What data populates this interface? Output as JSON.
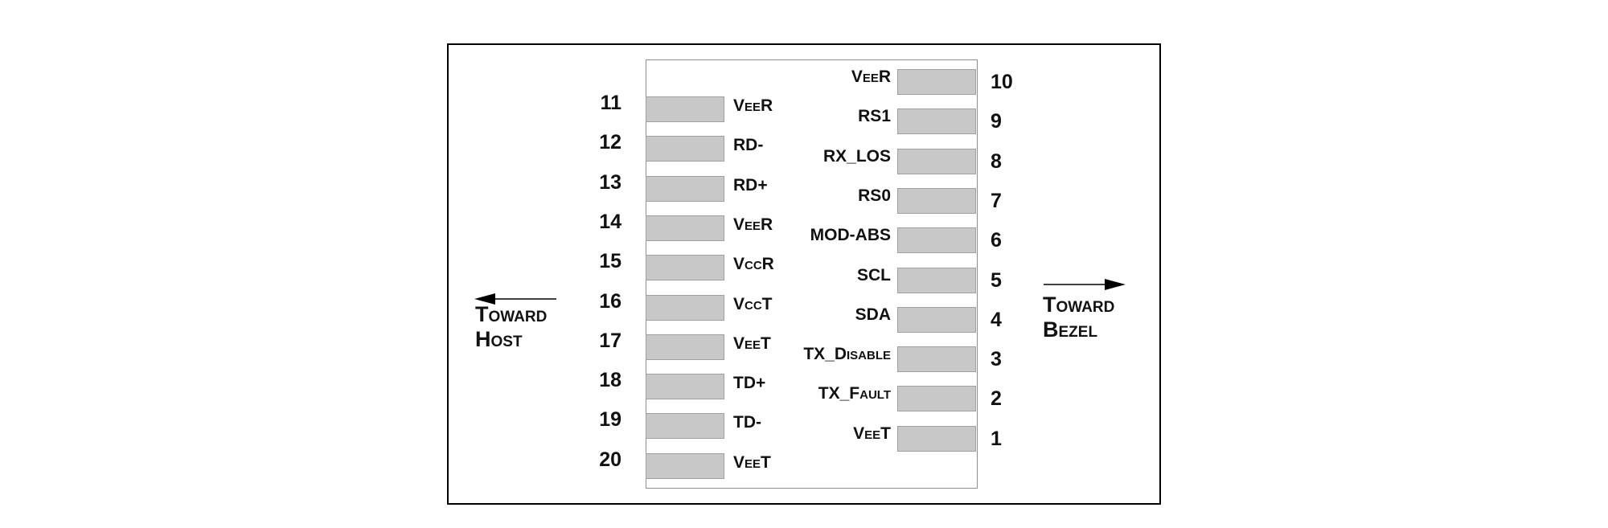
{
  "left_pins": [
    {
      "num": "11",
      "label": "VeeR"
    },
    {
      "num": "12",
      "label": "RD-"
    },
    {
      "num": "13",
      "label": "RD+"
    },
    {
      "num": "14",
      "label": "VeeR"
    },
    {
      "num": "15",
      "label": "VccR"
    },
    {
      "num": "16",
      "label": "VccT"
    },
    {
      "num": "17",
      "label": "VeeT"
    },
    {
      "num": "18",
      "label": "TD+"
    },
    {
      "num": "19",
      "label": "TD-"
    },
    {
      "num": "20",
      "label": "VeeT"
    }
  ],
  "right_pins": [
    {
      "num": "10",
      "label": "VeeR"
    },
    {
      "num": "9",
      "label": "RS1"
    },
    {
      "num": "8",
      "label": "RX_LOS"
    },
    {
      "num": "7",
      "label": "RS0"
    },
    {
      "num": "6",
      "label": "MOD-ABS"
    },
    {
      "num": "5",
      "label": "SCL"
    },
    {
      "num": "4",
      "label": "SDA"
    },
    {
      "num": "3",
      "label": "TX_Disable"
    },
    {
      "num": "2",
      "label": "TX_Fault"
    },
    {
      "num": "1",
      "label": "VeeT"
    }
  ],
  "toward_host": {
    "line1": "Toward",
    "line2": "Host"
  },
  "toward_bezel": {
    "line1": "Toward",
    "line2": "Bezel"
  },
  "colors": {
    "pad": "#c8c8c8",
    "pad_border": "#a0a0a0",
    "outline": "#8e8e8e"
  }
}
